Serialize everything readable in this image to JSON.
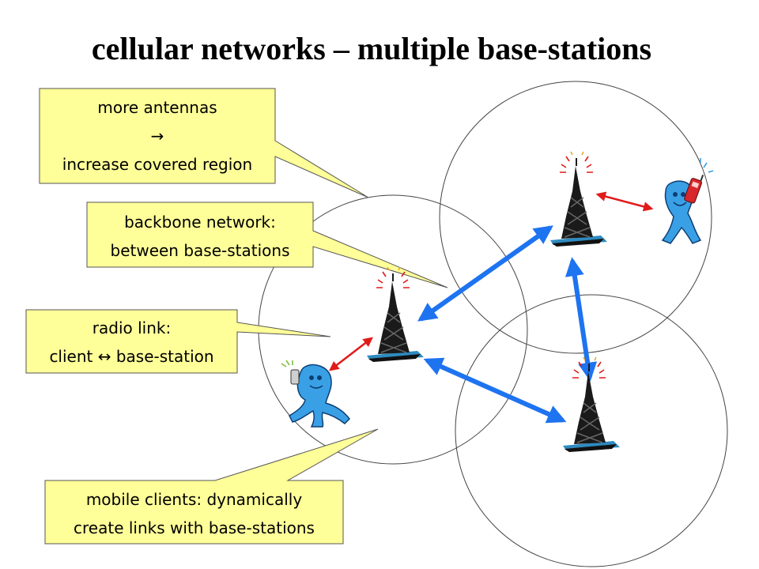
{
  "title": "cellular networks – multiple base-stations",
  "callouts": {
    "antennas": {
      "lines": [
        "more antennas",
        "→",
        "increase covered region"
      ]
    },
    "backbone": {
      "lines": [
        "backbone network:",
        "between base-stations"
      ]
    },
    "radio": {
      "lines": [
        "radio link:",
        "client ↔ base-station"
      ]
    },
    "mobile": {
      "lines": [
        "mobile clients: dynamically",
        "create links with base-stations"
      ]
    }
  },
  "colors": {
    "callout_fill": "#ffff99",
    "backbone_link": "#1e73f0",
    "radio_link": "#e11a1a",
    "figure": "#3aa0e6",
    "tower": "#1a1a1a",
    "phone": "#d8262a"
  },
  "icons": [
    "antenna-tower-icon",
    "mobile-user-icon",
    "phone-icon"
  ]
}
